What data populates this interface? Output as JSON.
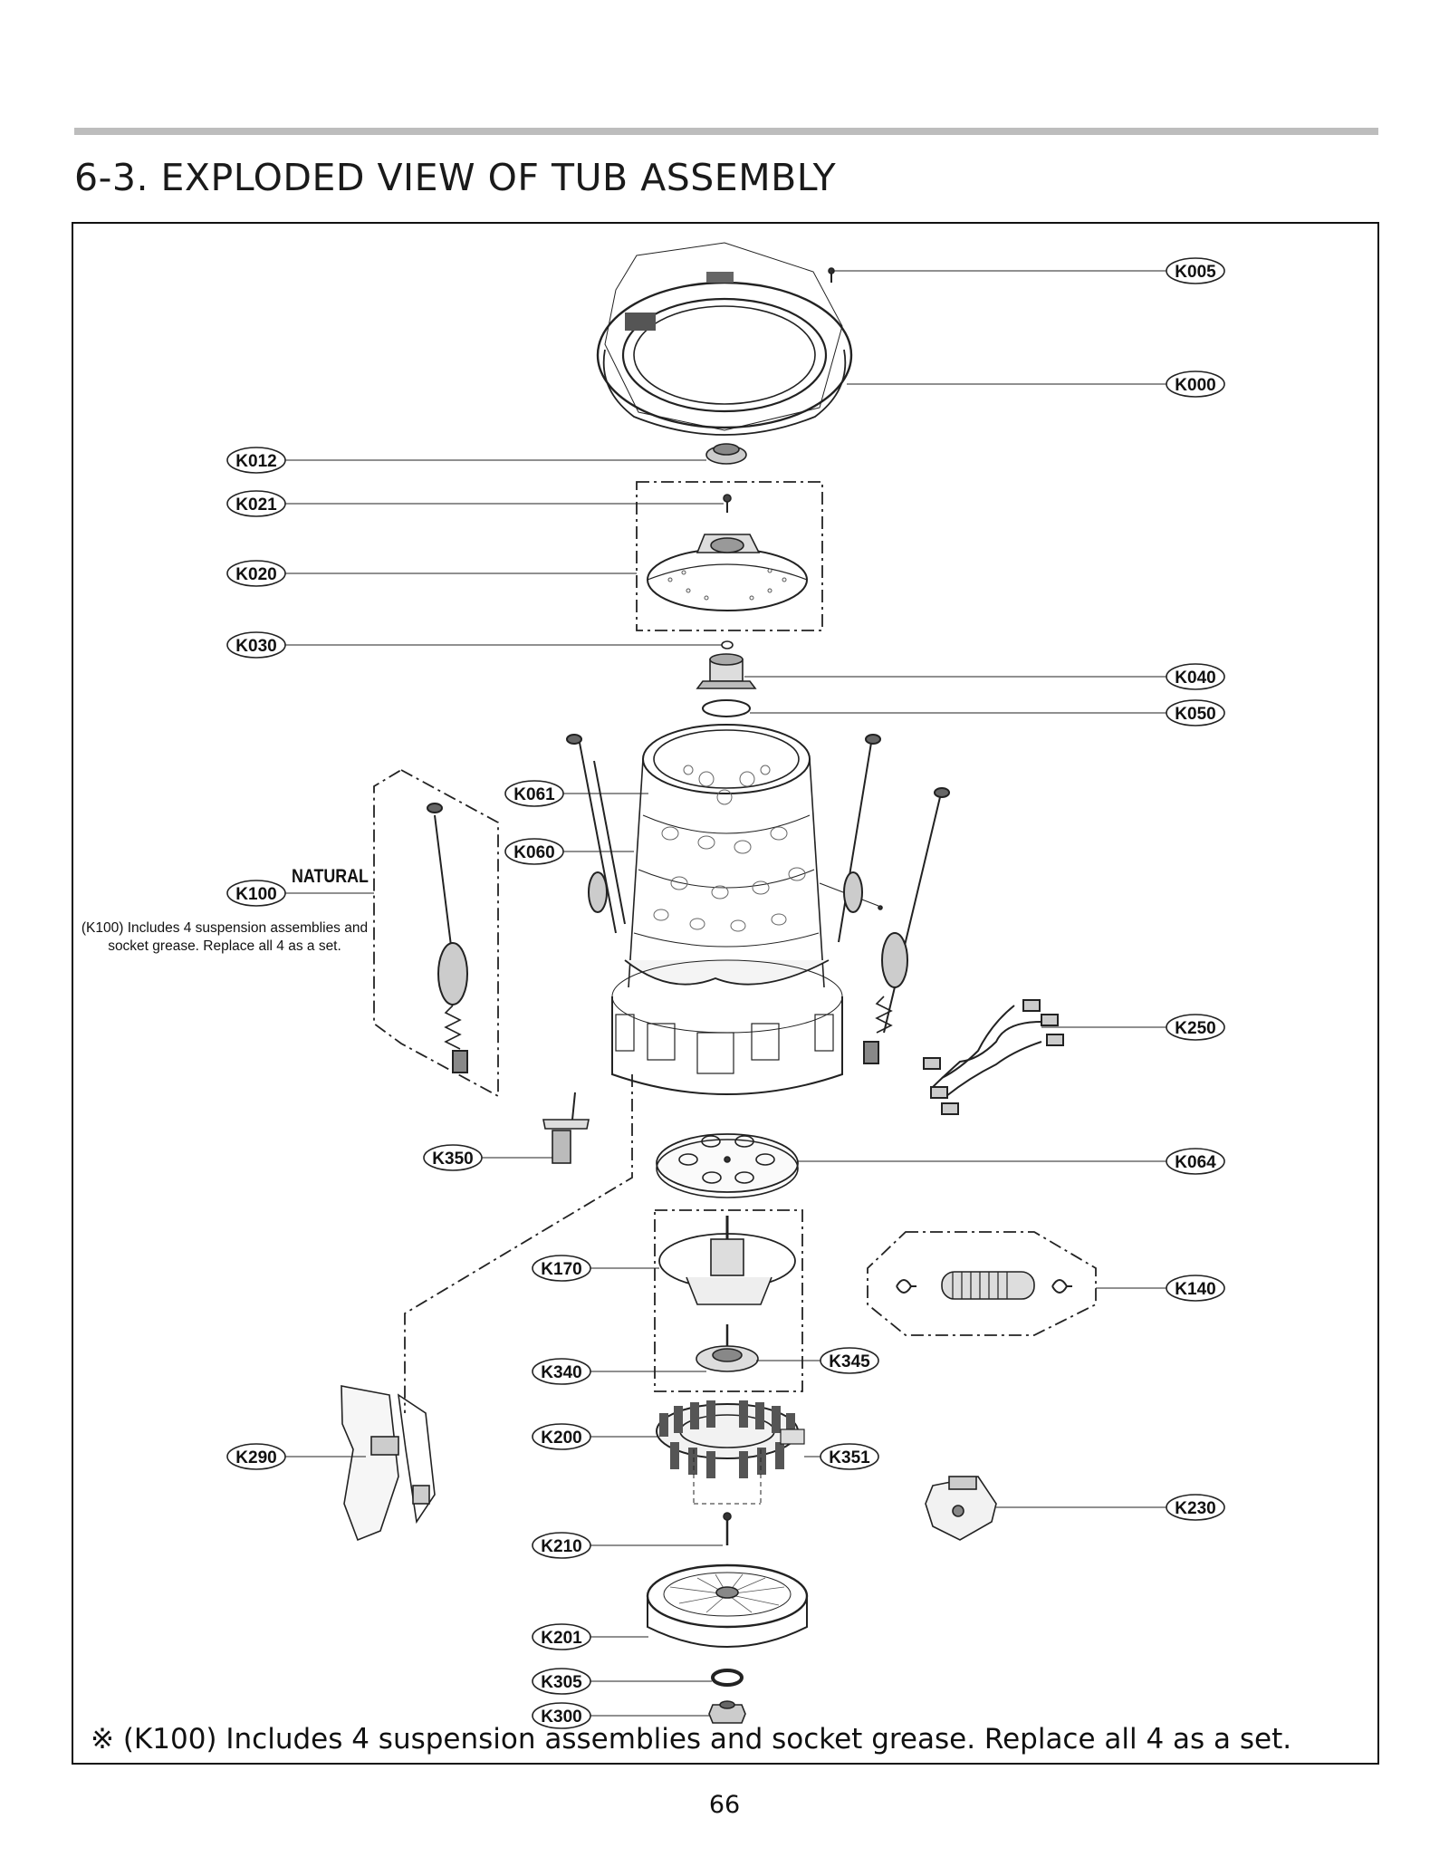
{
  "heading": "6-3. EXPLODED VIEW OF TUB ASSEMBLY",
  "page_number": "66",
  "footnote": "※ (K100) Includes 4 suspension assemblies and socket grease. Replace all 4 as a set.",
  "side_note": {
    "label": "NATURAL",
    "text": "(K100) Includes 4 suspension assemblies and socket grease. Replace all 4 as a set."
  },
  "callouts": [
    "K005",
    "K000",
    "K012",
    "K021",
    "K020",
    "K030",
    "K040",
    "K050",
    "K061",
    "K060",
    "K100",
    "K250",
    "K350",
    "K064",
    "K170",
    "K140",
    "K345",
    "K340",
    "K200",
    "K351",
    "K290",
    "K230",
    "K210",
    "K201",
    "K305",
    "K300"
  ]
}
